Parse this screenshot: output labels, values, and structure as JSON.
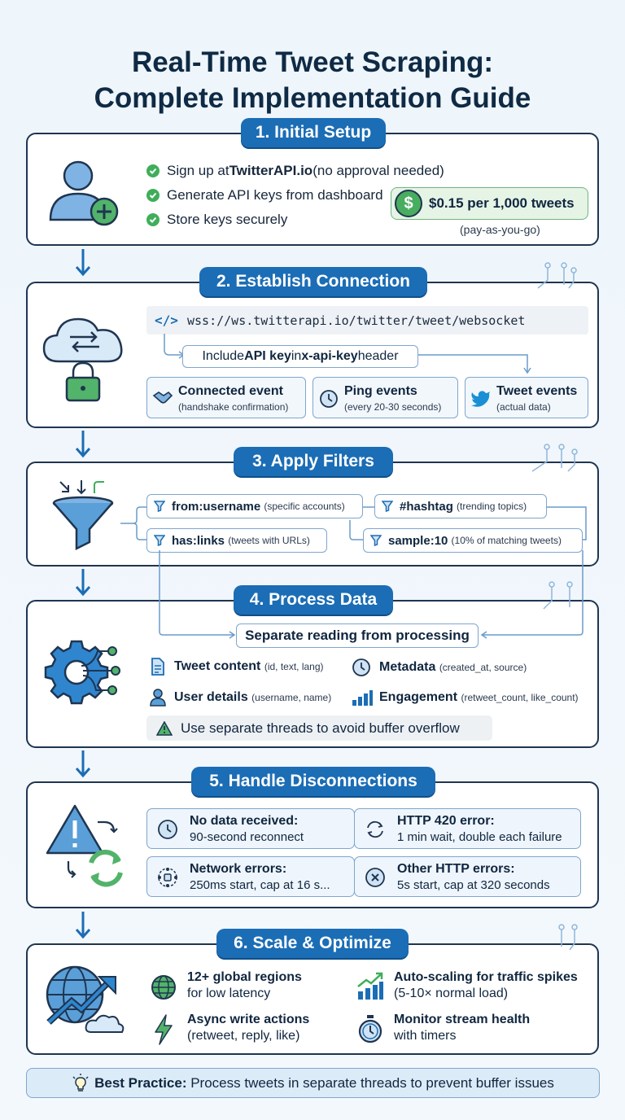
{
  "title_line1": "Real-Time Tweet Scraping:",
  "title_line2": "Complete Implementation Guide",
  "step1": {
    "heading": "1. Initial Setup",
    "items": [
      {
        "pre": "Sign up at ",
        "bold": "TwitterAPI.io",
        "post": " (no approval needed)"
      },
      {
        "pre": "Generate API keys from dashboard",
        "bold": "",
        "post": ""
      },
      {
        "pre": "Store keys securely",
        "bold": "",
        "post": ""
      }
    ],
    "price": "$0.15 per 1,000 tweets",
    "price_note": "(pay-as-you-go)",
    "icon": "user-add-icon"
  },
  "step2": {
    "heading": "2. Establish Connection",
    "code_tag": "</>",
    "url": "wss://ws.twitterapi.io/twitter/tweet/websocket",
    "header_pre": "Include ",
    "header_bold1": "API key",
    "header_mid": " in ",
    "header_bold2": "x-api-key",
    "header_post": " header",
    "events": [
      {
        "title": "Connected event",
        "desc": "(handshake confirmation)",
        "icon": "handshake-icon"
      },
      {
        "title": "Ping events",
        "desc": "(every 20-30 seconds)",
        "icon": "clock-icon"
      },
      {
        "title": "Tweet events",
        "desc": "(actual data)",
        "icon": "bird-icon"
      }
    ]
  },
  "step3": {
    "heading": "3. Apply Filters",
    "filters": [
      {
        "name": "from:username",
        "desc": "(specific accounts)"
      },
      {
        "name": "#hashtag",
        "desc": "(trending topics)"
      },
      {
        "name": "has:links",
        "desc": "(tweets with URLs)"
      },
      {
        "name": "sample:10",
        "desc": "(10% of matching tweets)"
      }
    ]
  },
  "step4": {
    "heading": "4. Process Data",
    "banner": "Separate reading from processing",
    "items": [
      {
        "title": "Tweet content",
        "desc": "(id, text, lang)",
        "icon": "document-icon"
      },
      {
        "title": "Metadata",
        "desc": "(created_at, source)",
        "icon": "clock-icon"
      },
      {
        "title": "User details",
        "desc": "(username, name)",
        "icon": "user-icon"
      },
      {
        "title": "Engagement",
        "desc": "(retweet_count, like_count)",
        "icon": "bar-chart-icon"
      }
    ],
    "warning": "Use separate threads to avoid buffer overflow"
  },
  "step5": {
    "heading": "5. Handle Disconnections",
    "errors": [
      {
        "title": "No data received:",
        "desc": "90-second reconnect",
        "icon": "clock-icon"
      },
      {
        "title": "HTTP 420 error:",
        "desc": "1 min wait, double each failure",
        "icon": "retry-icon"
      },
      {
        "title": "Network errors:",
        "desc": "250ms start, cap at 16 s...",
        "icon": "network-icon"
      },
      {
        "title": "Other HTTP errors:",
        "desc": "5s start, cap at 320 seconds",
        "icon": "x-circle-icon"
      }
    ]
  },
  "step6": {
    "heading": "6. Scale & Optimize",
    "items": [
      {
        "title": "12+ global regions",
        "desc": "for low latency",
        "icon": "globe-icon"
      },
      {
        "title": "Auto-scaling for traffic spikes",
        "desc": "(5-10× normal load)",
        "icon": "growth-chart-icon"
      },
      {
        "title": "Async write actions",
        "desc": "(retweet, reply, like)",
        "icon": "lightning-icon"
      },
      {
        "title": "Monitor stream health",
        "desc": "with timers",
        "icon": "stopwatch-icon"
      }
    ]
  },
  "footer": {
    "label": "Best Practice:",
    "text": " Process tweets in separate threads to prevent buffer issues"
  },
  "colors": {
    "accent": "#1b6db5",
    "border": "#1f3550",
    "green": "#3fae5a"
  }
}
